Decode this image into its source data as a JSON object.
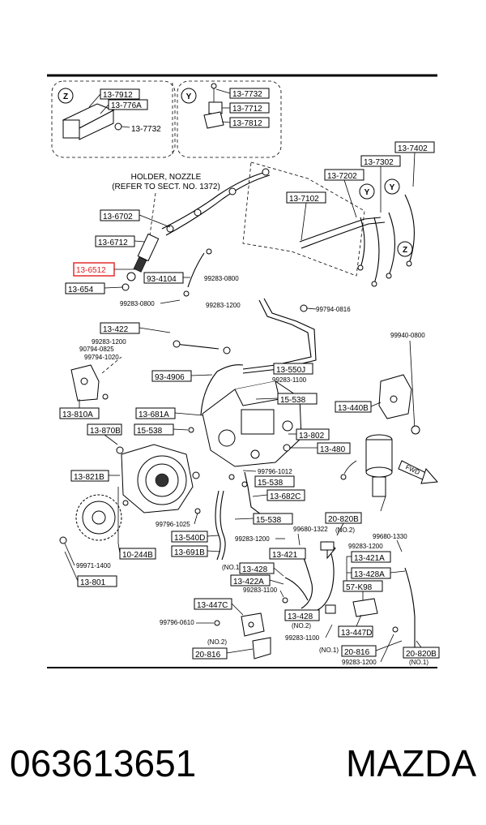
{
  "inset_z": {
    "letter": "Z",
    "labels": [
      "13-7912",
      "13-776A",
      "13-7732"
    ]
  },
  "inset_y": {
    "letter": "Y",
    "labels": [
      "13-7732",
      "13-7712",
      "13-7812"
    ]
  },
  "holder_note": {
    "line1": "HOLDER, NOZZLE",
    "line2": "(REFER TO SECT. NO. 1372)"
  },
  "callouts": {
    "c1": "13-7402",
    "c2": "13-7302",
    "c3": "13-7202",
    "c4": "13-7102",
    "c5": "13-6702",
    "c6": "13-6712",
    "c7": "13-6512",
    "c8": "13-654",
    "c9": "93-4104",
    "c10": "13-422",
    "c11": "13-550J",
    "c12": "93-4906",
    "c13": "13-810A",
    "c14": "15-538",
    "c15": "13-681A",
    "c16": "15-538",
    "c17": "13-870B",
    "c18": "13-802",
    "c19": "13-480",
    "c20": "13-440B",
    "c21": "13-821B",
    "c22": "15-538",
    "c23": "13-682C",
    "c24": "15-538",
    "c25": "20-820B",
    "c26": "13-540D",
    "c27": "10-244B",
    "c28": "13-691B",
    "c29": "13-421",
    "c30": "13-421A",
    "c31": "13-428A",
    "c32": "13-801",
    "c33": "13-428",
    "c34": "13-422A",
    "c35": "57-K98",
    "c36": "13-447C",
    "c37": "13-428",
    "c38": "13-447D",
    "c39": "20-816",
    "c40": "20-816",
    "c41": "20-820B"
  },
  "small_text": {
    "s1": "99283-0800",
    "s2": "99283-0800",
    "s3": "99283-1200",
    "s4": "99794-0816",
    "s5": "99283-1200",
    "s6": "90794-0825",
    "s7": "99794-1020",
    "s8": "99283-1100",
    "s9": "99940-0800",
    "s10": "99796-1012",
    "s11": "99796-1025",
    "s12": "99283-1200",
    "s13": "99680-1322",
    "s14": "(NO.2)",
    "s15": "99283-1200",
    "s16": "99680-1330",
    "s17": "99971-1400",
    "s18": "(NO.1)",
    "s19": "99283-1100",
    "s20": "(NO.2)",
    "s21": "99796-0610",
    "s22": "99283-1100",
    "s23": "(NO.2)",
    "s24": "(NO.1)",
    "s25": "99283-1200",
    "s26": "(NO.1)",
    "s27": "FWD"
  },
  "footer": {
    "part_number": "063613651",
    "brand": "MAZDA"
  },
  "colors": {
    "highlight": "#e02020",
    "ink": "#000000"
  }
}
